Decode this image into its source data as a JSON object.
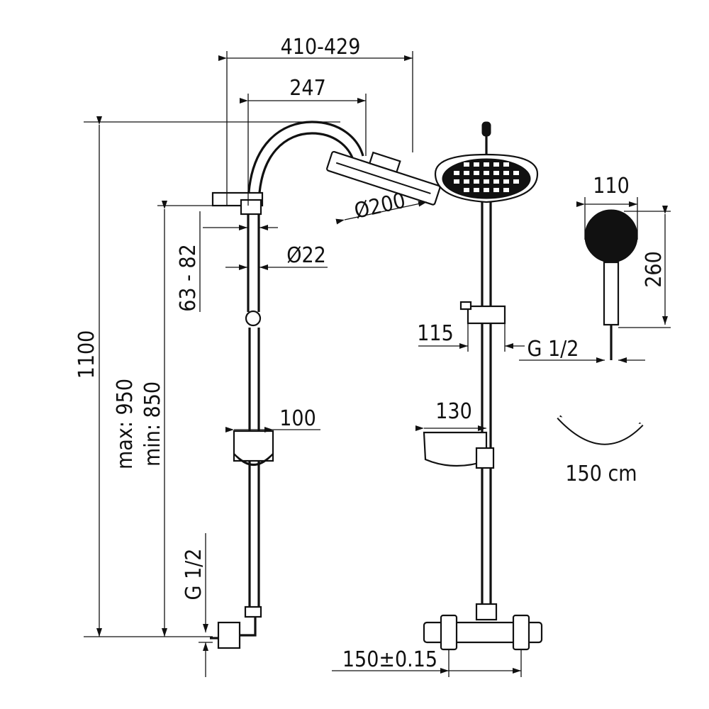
{
  "dimensions": {
    "width_range": "410-429",
    "arm_reach": "247",
    "head_diameter": "Ø200",
    "pipe_diameter": "Ø22",
    "bracket_range": "63 - 82",
    "total_height": "1100",
    "bar_max": "max: 950",
    "bar_min": "min: 850",
    "inlet_thread_left": "G 1/2",
    "soap_dish_left": "100",
    "holder_width": "115",
    "soap_dish_right": "130",
    "hand_shower_width": "110",
    "hand_shower_length": "260",
    "hose_thread": "G 1/2",
    "hose_length": "150 cm",
    "center_distance": "150±0.15"
  }
}
